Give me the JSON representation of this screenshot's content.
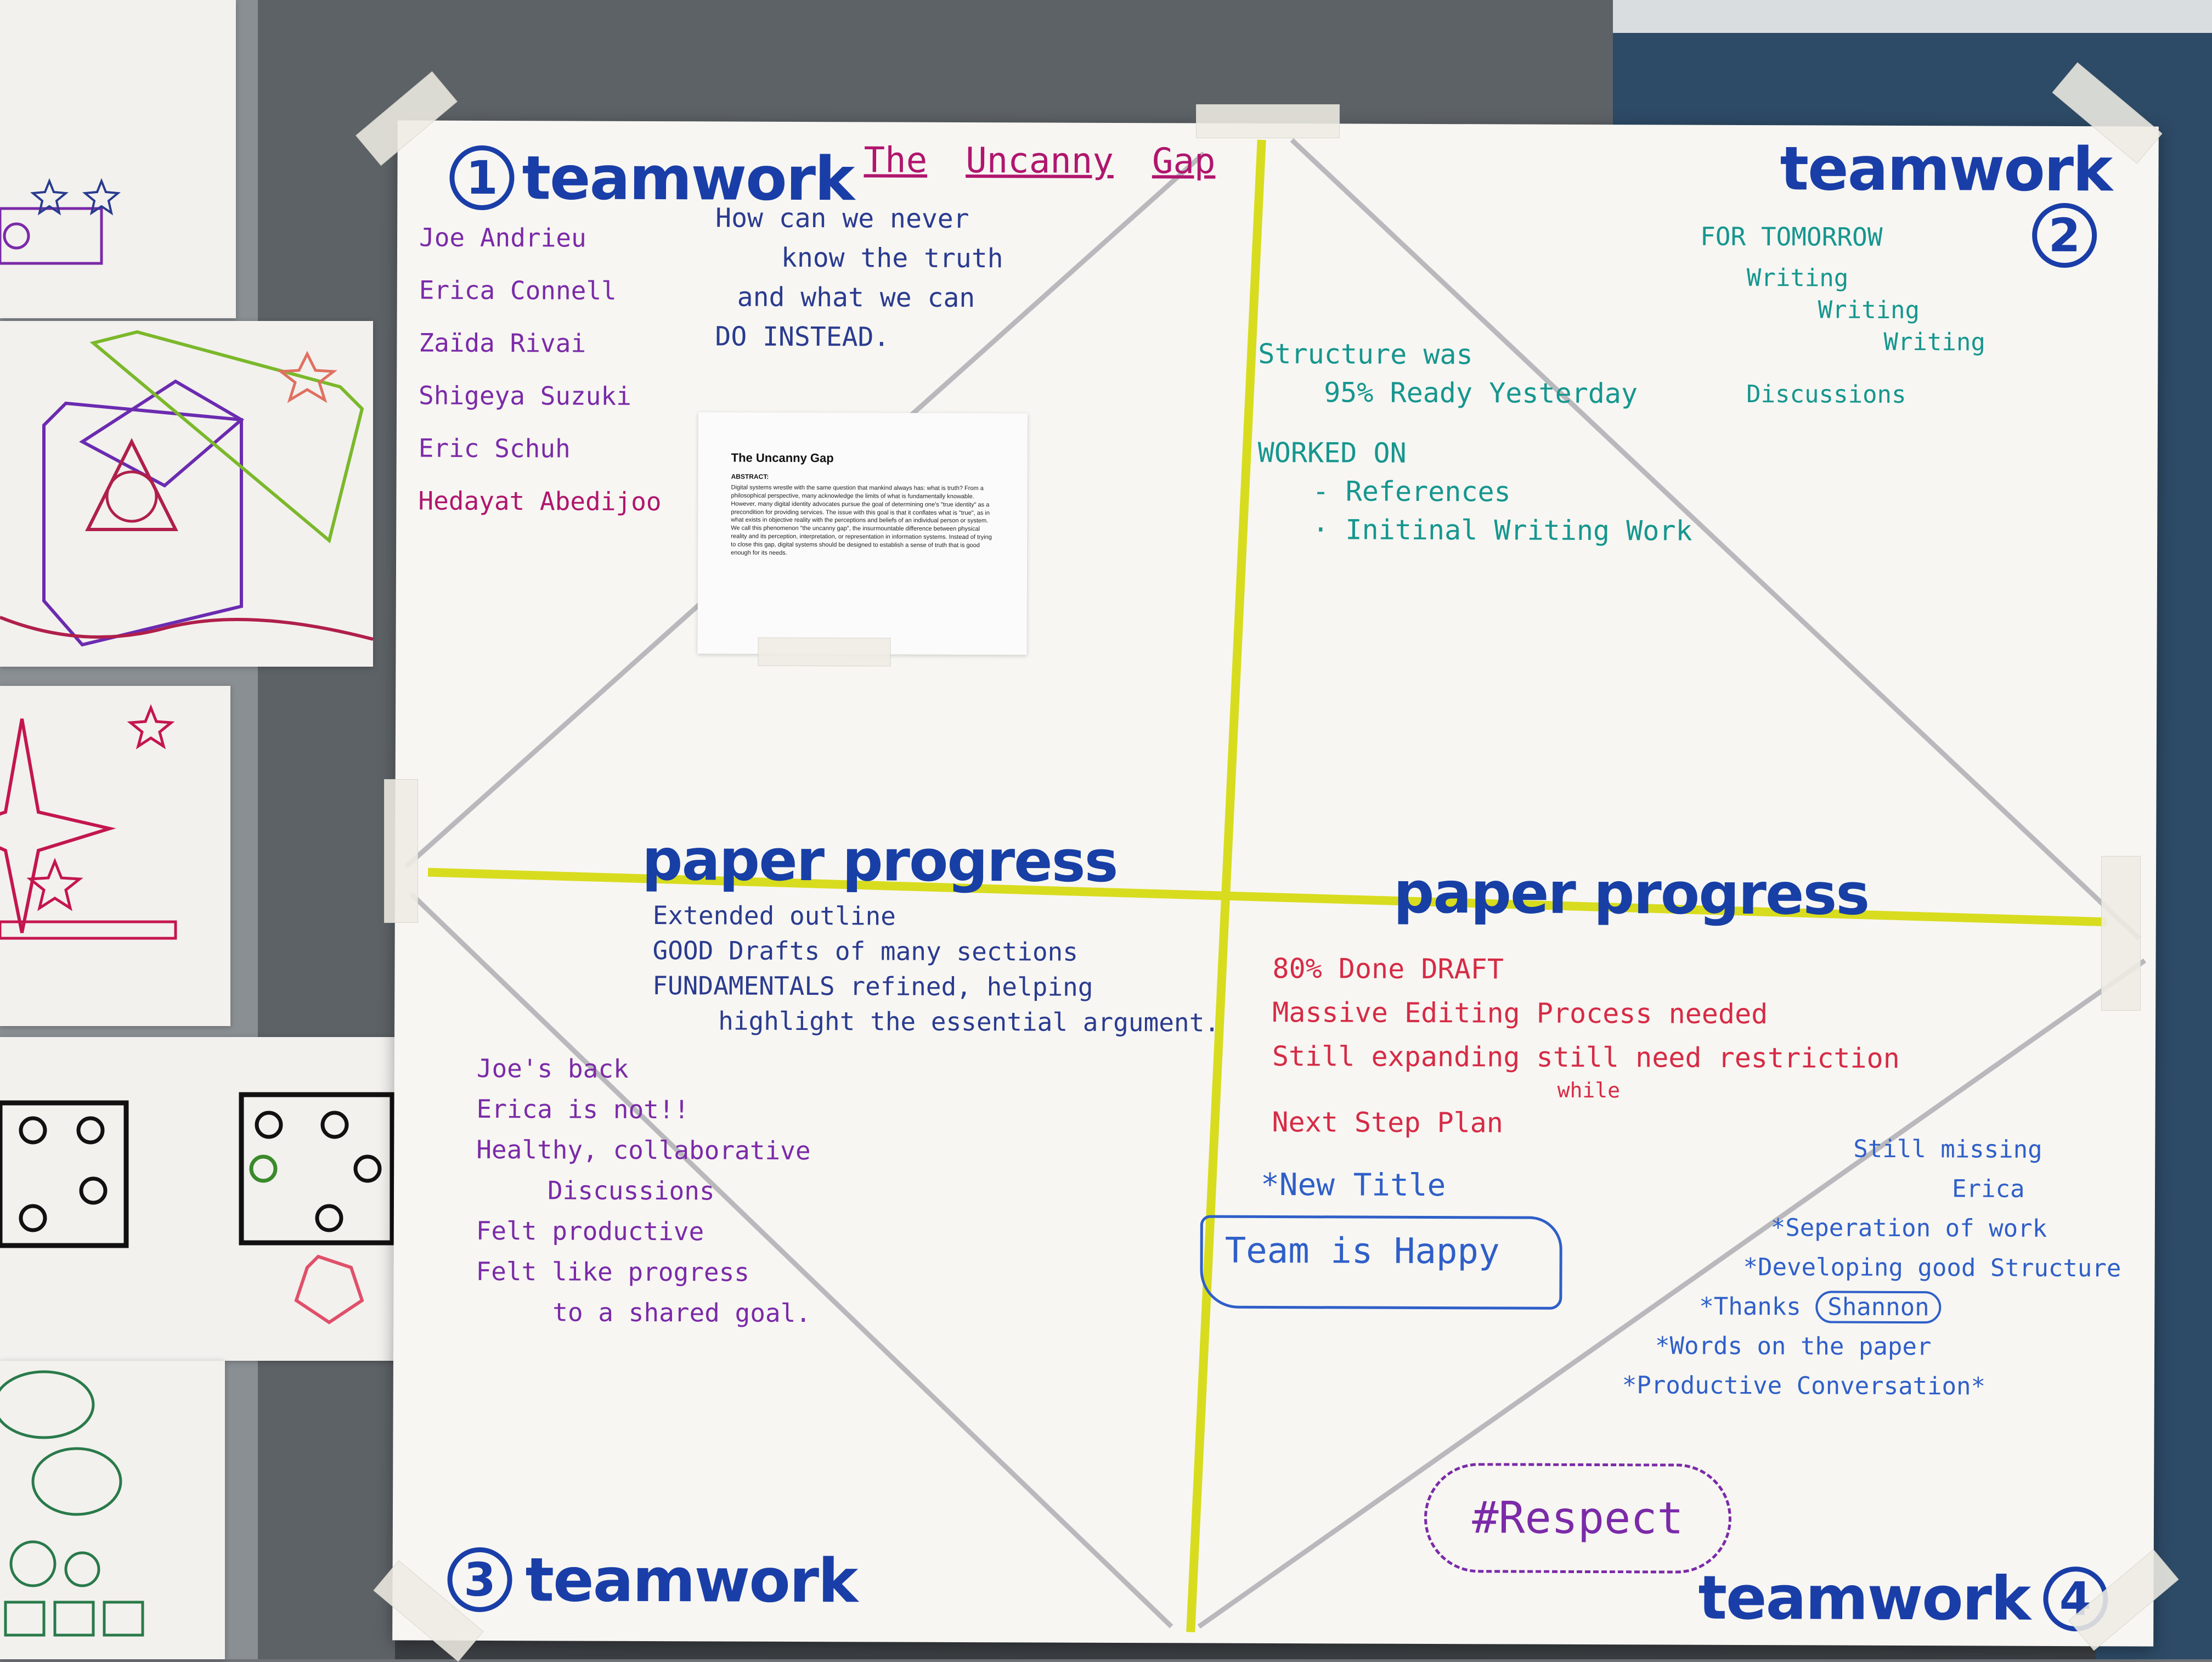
{
  "poster": {
    "q1": {
      "number": "1",
      "title": "teamwork",
      "paper_title": [
        "The",
        "Uncanny",
        "Gap"
      ],
      "members": [
        "Joe Andrieu",
        "Erica Connell",
        "Zaïda Rivai",
        "Shigeya Suzuki",
        "Eric Schuh",
        "Hedayat Abedijoo"
      ],
      "question": [
        "How can we never",
        "know the truth",
        "and what we can",
        "DO INSTEAD."
      ]
    },
    "q2": {
      "number": "2",
      "title": "teamwork",
      "tomorrow_heading": "FOR TOMORROW",
      "tomorrow_items": [
        "Writing",
        "Writing",
        "Writing",
        "Discussions"
      ],
      "notes": [
        "Structure was",
        "95% Ready Yesterday",
        "WORKED ON",
        "- References",
        "· Initinal Writing Work"
      ]
    },
    "q3": {
      "number": "3",
      "title": "teamwork",
      "heading": "paper progress",
      "items": [
        "Extended outline",
        "GOOD Drafts of many sections",
        "FUNDAMENTALS refined, helping",
        "highlight the essential argument."
      ],
      "team_items": [
        "Joe's back",
        "Erica is not!!",
        "Healthy, collaborative",
        "Discussions",
        "Felt productive",
        "Felt like progress",
        "to a shared goal."
      ]
    },
    "q4": {
      "number": "4",
      "title": "teamwork",
      "heading": "paper progress",
      "items": [
        "80% Done DRAFT",
        "Massive Editing Process needed",
        "Still expanding still need restriction",
        "while",
        "Next Step Plan"
      ],
      "new_title": "*New Title",
      "happy": "Team is Happy",
      "team_items": [
        "Still missing",
        "Erica",
        "*Seperation of work",
        "*Developing good Structure",
        "*Thanks",
        "Shannon",
        "*Words on the paper",
        "*Productive Conversation*",
        "#Respect"
      ]
    },
    "abstract": {
      "title": "The Uncanny Gap",
      "label": "ABSTRACT:",
      "body": "Digital systems wrestle with the same question that mankind always has: what is truth? From a philosophical perspective, many acknowledge the limits of what is fundamentally knowable. However, many digital identity advocates pursue the goal of determining one's \"true identity\" as a precondition for providing services. The issue with this goal is that it conflates what is \"true\", as in what exists in objective reality with the perceptions and beliefs of an individual person or system. We call this phenomenon \"the uncanny gap\", the insurmountable difference between physical reality and its perception, interpretation, or representation in information systems. Instead of trying to close this gap, digital systems should be designed to establish a sense of truth that is good enough for its needs."
    }
  },
  "colors": {
    "heading_blue": "#1a3ea8",
    "divider_yellow": "#d8dc1e",
    "diagonal_gray": "#b9b9bd"
  }
}
